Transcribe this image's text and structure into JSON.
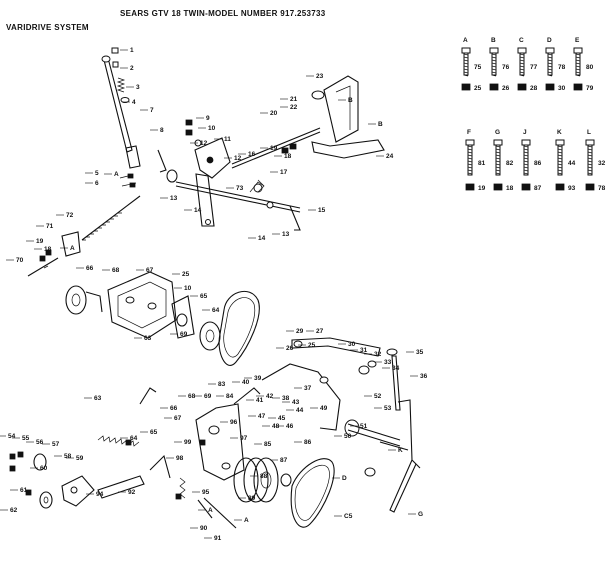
{
  "header": {
    "title": "SEARS GTV 18 TWIN-MODEL NUMBER 917.253733",
    "section": "VARIDRIVE SYSTEM"
  },
  "hardware_legend": [
    {
      "letter": "A",
      "bolt": "75",
      "nut": "25"
    },
    {
      "letter": "B",
      "bolt": "76",
      "nut": "26"
    },
    {
      "letter": "C",
      "bolt": "77",
      "nut": "28"
    },
    {
      "letter": "D",
      "bolt": "78",
      "nut": "30"
    },
    {
      "letter": "E",
      "bolt": "80",
      "nut": "79"
    },
    {
      "letter": "F",
      "bolt": "81",
      "nut": "19"
    },
    {
      "letter": "G",
      "bolt": "82",
      "nut": "18"
    },
    {
      "letter": "J",
      "bolt": "86",
      "nut": "87"
    },
    {
      "letter": "K",
      "bolt": "44",
      "nut": "93"
    },
    {
      "letter": "L",
      "bolt": "32",
      "nut": "78"
    }
  ],
  "legend_extra_labels": [
    "28",
    "29",
    "26",
    "35"
  ],
  "callouts": {
    "upper": [
      "1",
      "2",
      "3",
      "4",
      "5",
      "6",
      "7",
      "8",
      "9",
      "10",
      "11",
      "12",
      "13",
      "14",
      "15",
      "16",
      "17",
      "18",
      "19",
      "20",
      "21",
      "22",
      "23",
      "24",
      "73",
      "72",
      "71",
      "70",
      "19",
      "18",
      "12",
      "14",
      "13",
      "A",
      "A",
      "B",
      "B"
    ],
    "middle": [
      "66",
      "68",
      "67",
      "25",
      "10",
      "65",
      "64",
      "63",
      "69",
      "29",
      "27",
      "26",
      "25",
      "30",
      "31",
      "32",
      "33",
      "34",
      "35",
      "36",
      "37",
      "38",
      "39",
      "40",
      "41",
      "42",
      "43",
      "44",
      "45",
      "46",
      "47",
      "48",
      "49",
      "50",
      "51",
      "52",
      "53"
    ],
    "lower": [
      "54",
      "55",
      "56",
      "57",
      "58",
      "59",
      "60",
      "61",
      "62",
      "63",
      "64",
      "65",
      "66",
      "67",
      "68",
      "69",
      "83",
      "84",
      "85",
      "86",
      "87",
      "88",
      "89",
      "90",
      "91",
      "92",
      "94",
      "95",
      "96",
      "97",
      "98",
      "99",
      "C5",
      "D",
      "G",
      "K",
      "A",
      "A"
    ]
  }
}
